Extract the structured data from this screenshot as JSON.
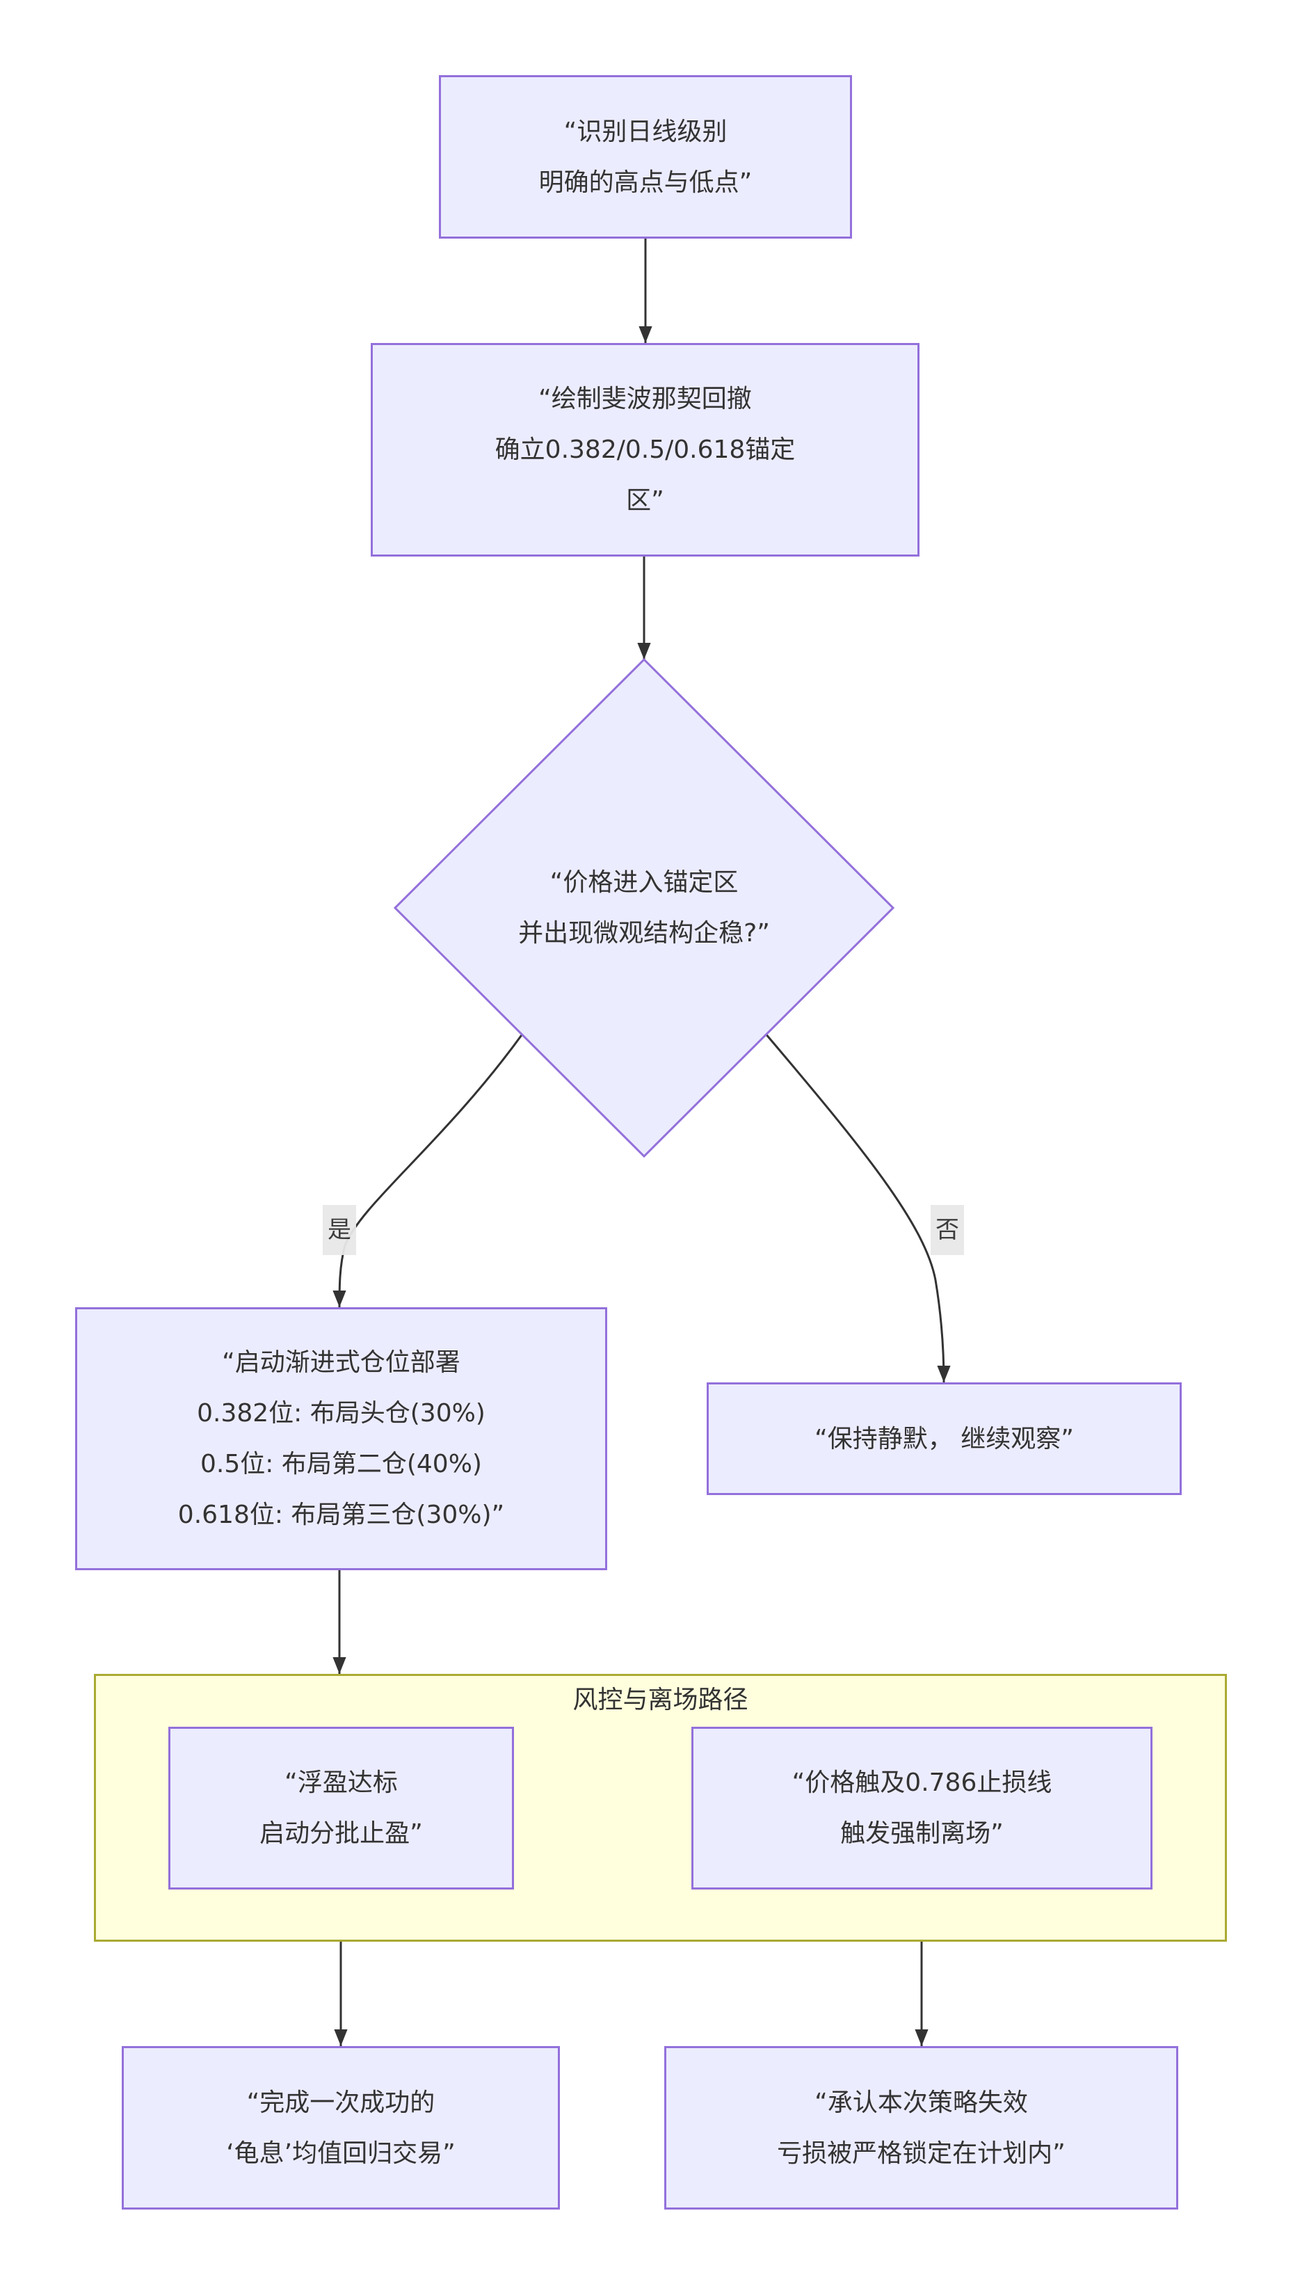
{
  "colors": {
    "node_fill": "#ECECFF",
    "node_stroke": "#9370DB",
    "subgraph_fill": "#FFFFDE",
    "subgraph_stroke": "#AAAA33",
    "edge": "#333333",
    "edge_label_bg": "#E8E8E8",
    "text": "#333333"
  },
  "nodes": {
    "identify": {
      "text": "“识别日线级别\n明确的高点与低点”"
    },
    "fibonacci": {
      "text": "“绘制斐波那契回撤\n确立0.382/0.5/0.618锚定\n区”"
    },
    "decision": {
      "text": "“价格进入锚定区\n并出现微观结构企稳?”"
    },
    "deploy": {
      "text": "“启动渐进式仓位部署\n0.382位: 布局头仓(30%)\n0.5位: 布局第二仓(40%)\n0.618位: 布局第三仓(30%)”"
    },
    "wait": {
      "text": "“保持静默， 继续观察”"
    },
    "take_profit": {
      "text": "“浮盈达标\n启动分批止盈”"
    },
    "stop_loss": {
      "text": "“价格触及0.786止损线\n触发强制离场”"
    },
    "success": {
      "text": "“完成一次成功的\n‘龟息’均值回归交易”"
    },
    "failure": {
      "text": "“承认本次策略失效\n亏损被严格锁定在计划内”"
    }
  },
  "subgraph": {
    "title": "风控与离场路径"
  },
  "edges": {
    "yes_label": "是",
    "no_label": "否"
  }
}
